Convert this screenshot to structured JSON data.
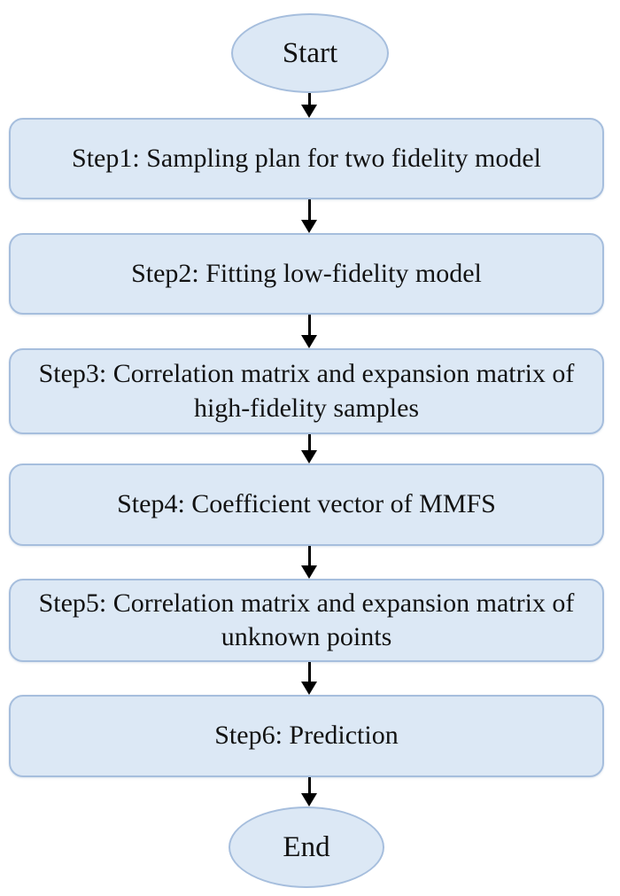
{
  "flow": {
    "start_label": "Start",
    "end_label": "End",
    "steps": [
      {
        "label": "Step1: Sampling plan for two fidelity model"
      },
      {
        "label": "Step2: Fitting low-fidelity model"
      },
      {
        "label": "Step3: Correlation matrix and expansion matrix of high-fidelity samples"
      },
      {
        "label": "Step4: Coefficient vector of MMFS"
      },
      {
        "label": "Step5: Correlation matrix and expansion matrix of unknown points"
      },
      {
        "label": "Step6: Prediction"
      }
    ]
  },
  "colors": {
    "node_fill": "#dce8f5",
    "node_border": "#a6bedd",
    "arrow": "#000000",
    "text": "#121212",
    "background": "#ffffff"
  }
}
